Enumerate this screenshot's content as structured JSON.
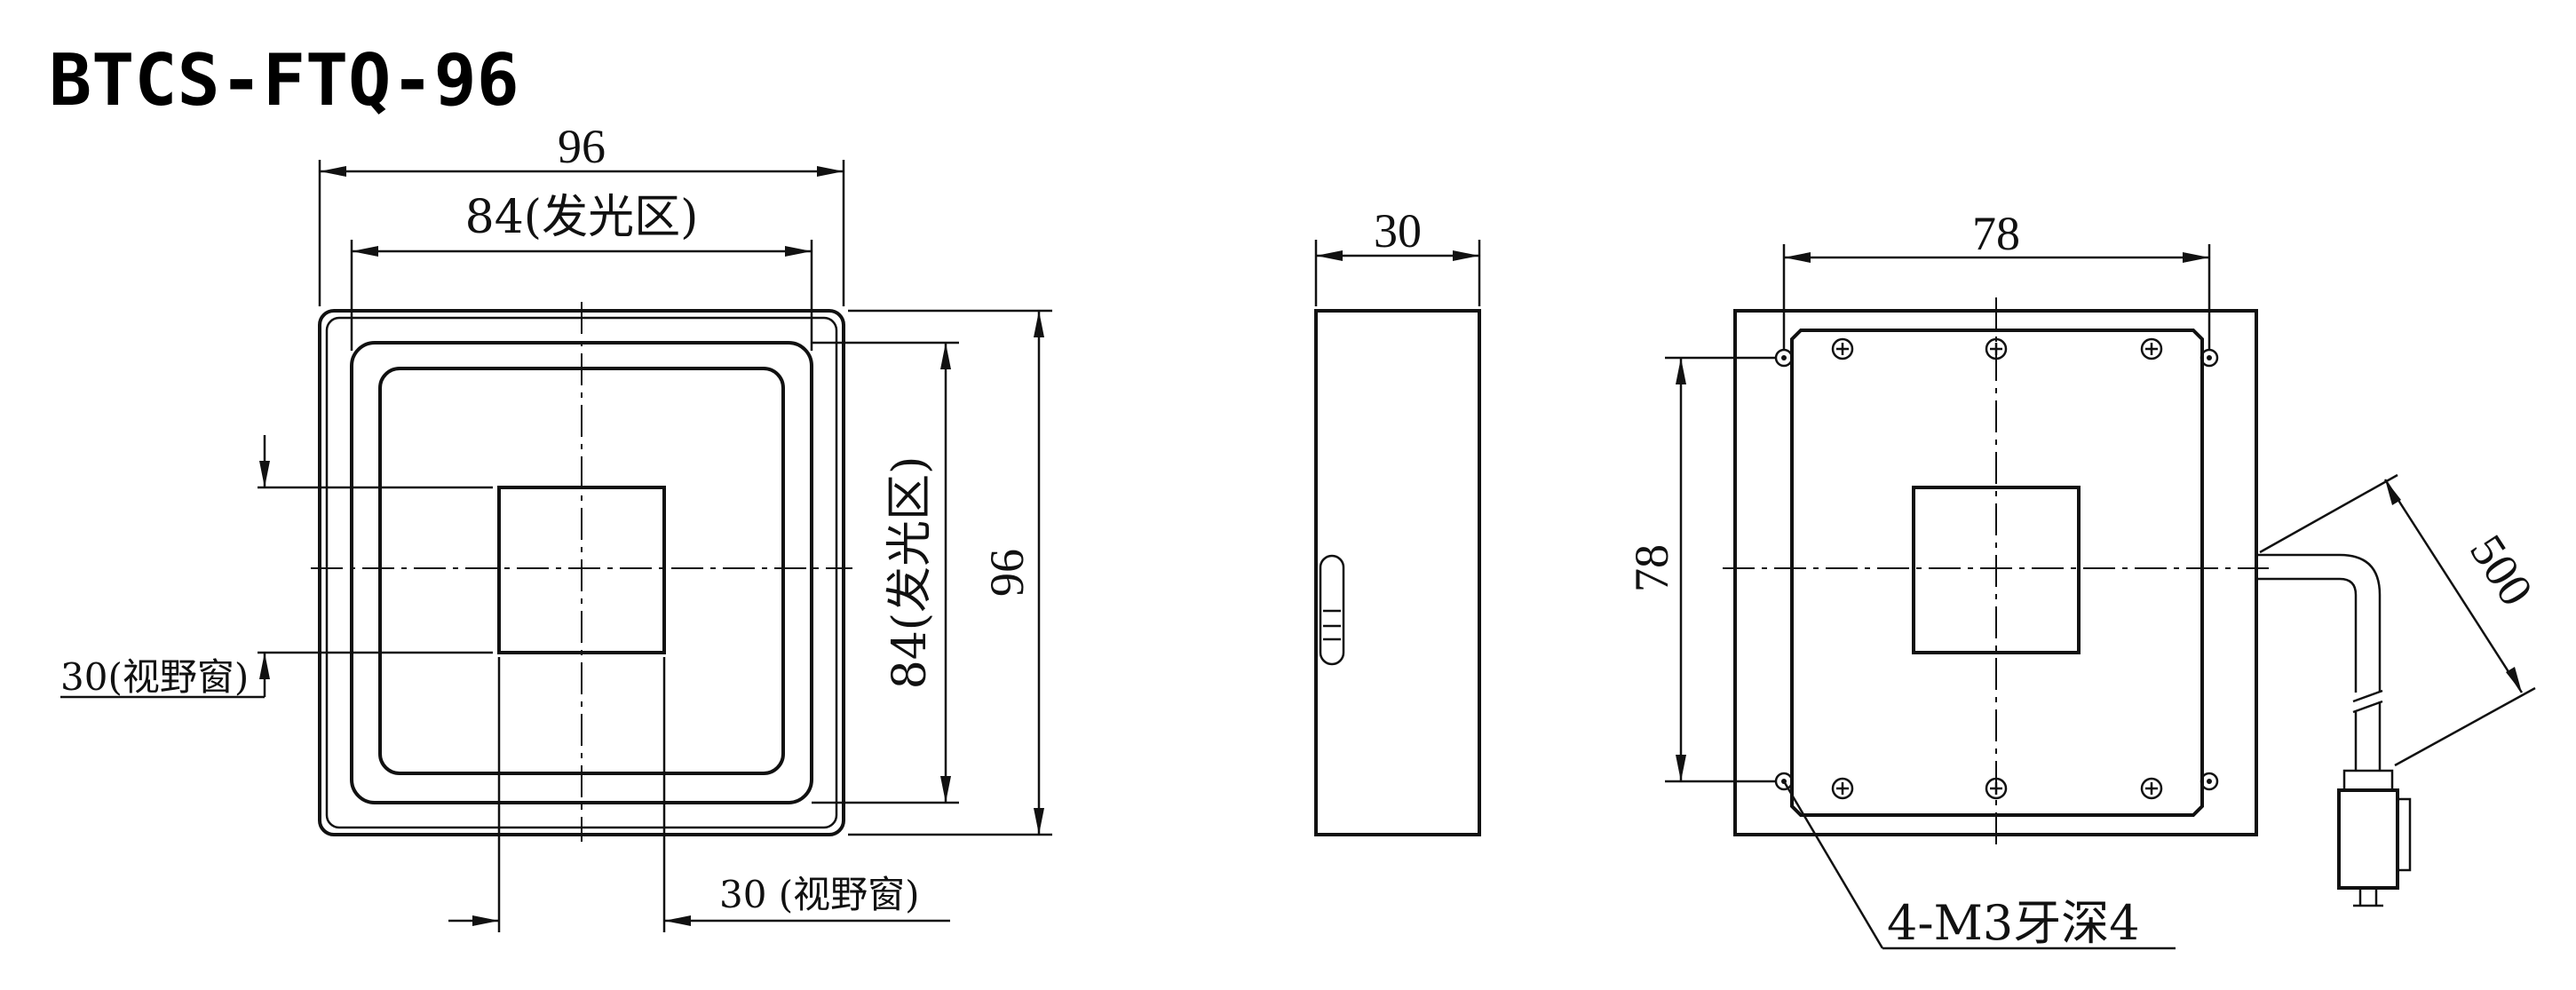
{
  "title": "BTCS-FTQ-96",
  "front_view": {
    "overall_width": "96",
    "emitting_width": "84(发光区)",
    "overall_height": "96",
    "emitting_height": "84(发光区)",
    "window_vertical": "30(视野窗)",
    "window_horizontal": "30 (视野窗)"
  },
  "side_view": {
    "thickness": "30"
  },
  "back_view": {
    "hole_spacing_horizontal": "78",
    "hole_spacing_vertical": "78",
    "cable_length": "500",
    "mounting_holes": "4-M3牙深4"
  }
}
